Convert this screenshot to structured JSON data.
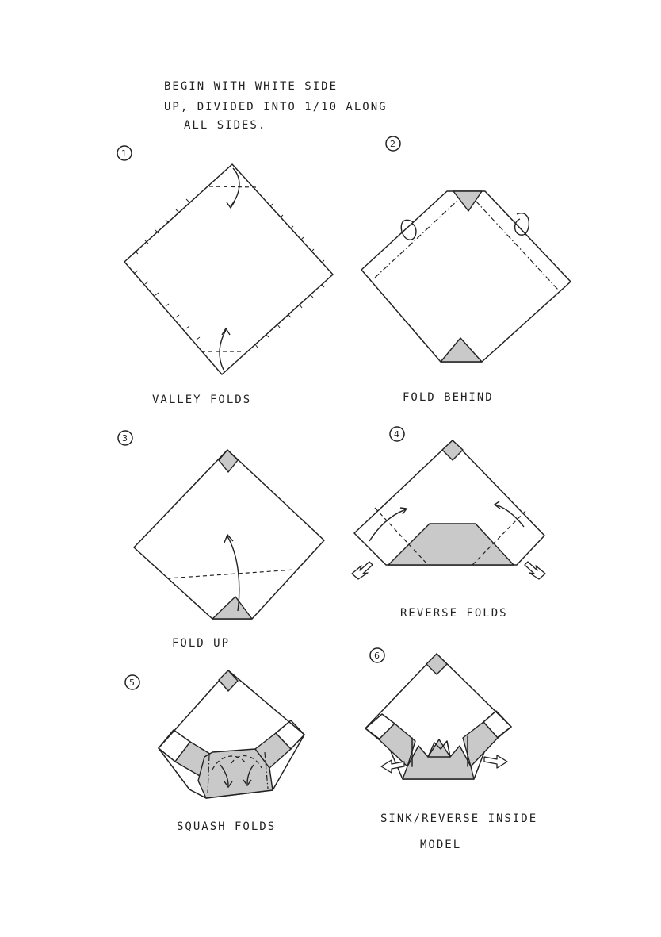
{
  "intro": {
    "line1": "BEGIN WITH WHITE SIDE",
    "line2": "UP, DIVIDED INTO 1/10 ALONG",
    "line3": "ALL SIDES."
  },
  "steps": [
    {
      "number": "1",
      "caption": "VALLEY FOLDS"
    },
    {
      "number": "2",
      "caption": "FOLD BEHIND"
    },
    {
      "number": "3",
      "caption": "FOLD UP"
    },
    {
      "number": "4",
      "caption": "REVERSE FOLDS"
    },
    {
      "number": "5",
      "caption": "SQUASH FOLDS"
    },
    {
      "number": "6",
      "caption_line1": "SINK/REVERSE INSIDE",
      "caption_line2": "MODEL"
    }
  ],
  "colors": {
    "ink": "#222222",
    "shade": "#c9c9c9",
    "paper": "#ffffff"
  }
}
